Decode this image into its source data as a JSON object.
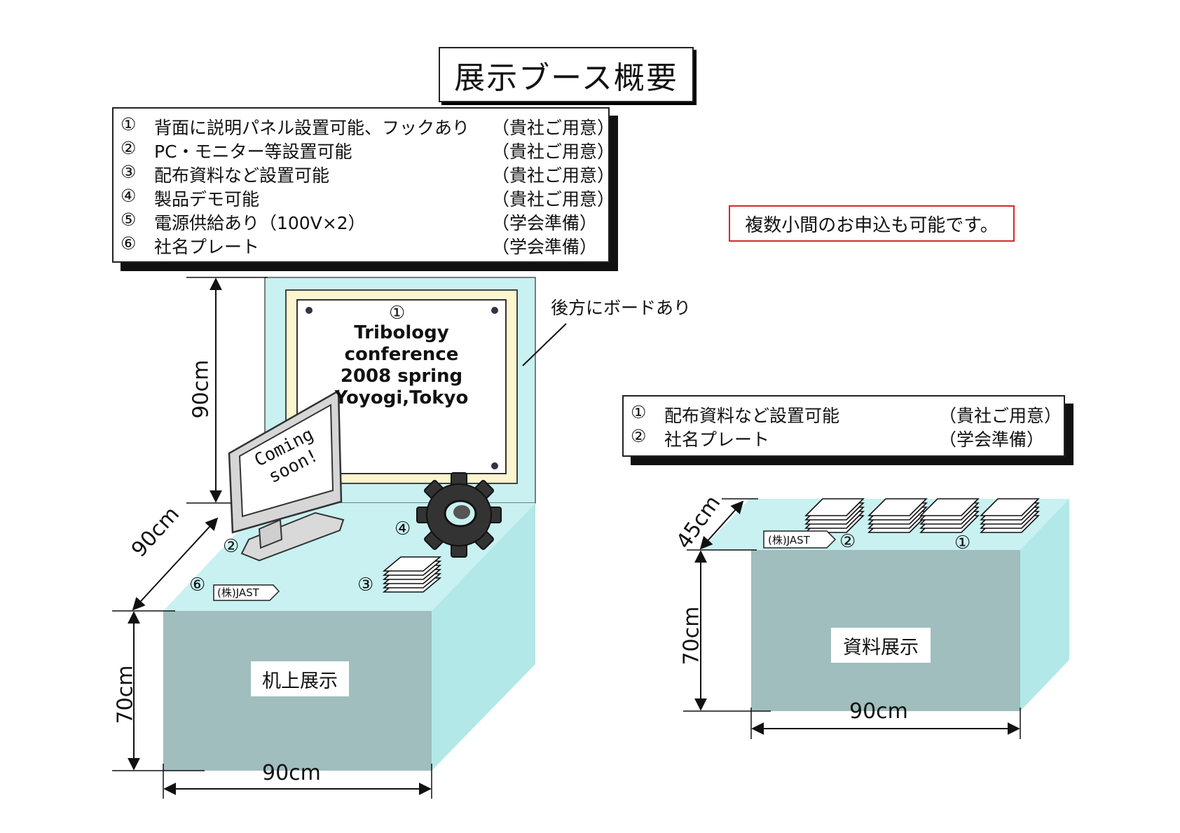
{
  "title": "展示ブース概要",
  "main_list": [
    {
      "num": "①",
      "text": "背面に説明パネル設置可能、フックあり",
      "provider": "（貴社ご用意）"
    },
    {
      "num": "②",
      "text": "PC・モニター等設置可能",
      "provider": "（貴社ご用意）"
    },
    {
      "num": "③",
      "text": "配布資料など設置可能",
      "provider": "（貴社ご用意）"
    },
    {
      "num": "④",
      "text": "製品デモ可能",
      "provider": "（貴社ご用意）"
    },
    {
      "num": "⑤",
      "text": "電源供給あり（100V×2）",
      "provider": "（学会準備）"
    },
    {
      "num": "⑥",
      "text": "社名プレート",
      "provider": "（学会準備）"
    }
  ],
  "note": "複数小間のお申込も可能です。",
  "board_note": "後方にボードあり",
  "panel": {
    "marker": "①",
    "lines": [
      "Tribology conference",
      "2008 spring",
      "Yoyogi,Tokyo"
    ]
  },
  "monitor_text": [
    "Coming",
    "soon!"
  ],
  "left_desk": {
    "label": "机上展示",
    "height_dim": "90cm",
    "depth_dim": "90cm",
    "desk_height_dim": "70cm",
    "width_dim": "90cm",
    "marker_monitor": "②",
    "marker_gear": "④",
    "marker_papers": "③",
    "marker_plate": "⑥",
    "plate_text": "(株)JAST"
  },
  "right_list": [
    {
      "num": "①",
      "text": "配布資料など設置可能",
      "provider": "（貴社ご用意）"
    },
    {
      "num": "②",
      "text": "社名プレート",
      "provider": "（学会準備）"
    }
  ],
  "right_desk": {
    "label": "資料展示",
    "depth_dim": "45cm",
    "desk_height_dim": "70cm",
    "width_dim": "90cm",
    "marker_plate": "②",
    "marker_papers": "①",
    "plate_text": "(株)JAST"
  },
  "colors": {
    "desk_front": "#9fbebd",
    "desk_top": "#c9f1f1",
    "desk_side": "#b3e8e8",
    "wall": "#c9f1f1",
    "panel_frame": "#fbf6cf",
    "note_border": "#d42a2a"
  }
}
